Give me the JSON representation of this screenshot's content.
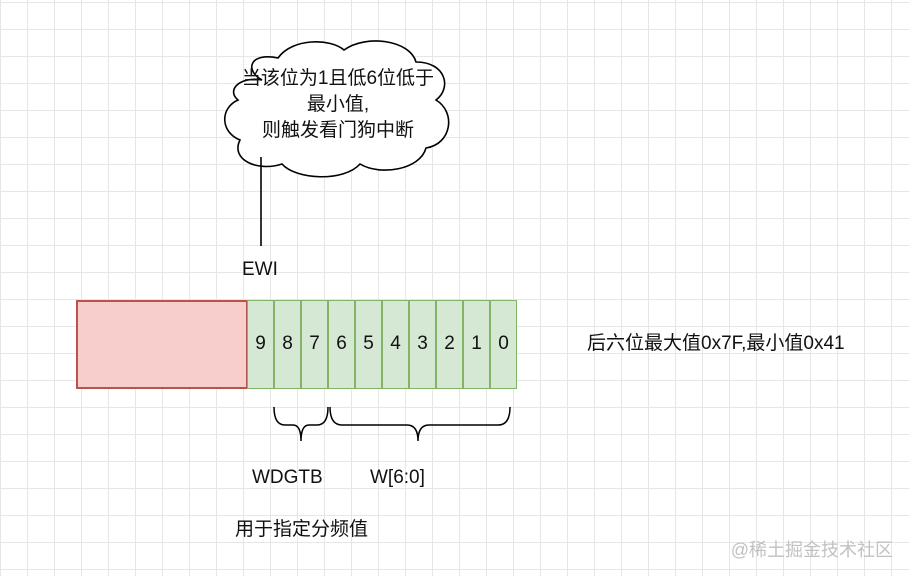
{
  "cloud": {
    "lines": [
      "当该位为1且低6位低于",
      "最小值,",
      "则触发看门狗中断"
    ]
  },
  "register": {
    "ewi_label": "EWI",
    "bits": [
      "9",
      "8",
      "7",
      "6",
      "5",
      "4",
      "3",
      "2",
      "1",
      "0"
    ]
  },
  "groups": {
    "wdgtb_label": "WDGTB",
    "w_label": "W[6:0]",
    "wdgtb_note": "用于指定分频值"
  },
  "note_right": "后六位最大值0x7F,最小值0x41",
  "watermark": "@稀土掘金技术社区",
  "colors": {
    "register_fill": "#f8cecc",
    "register_stroke": "#b85450",
    "bit_fill": "#d5e8d4",
    "bit_stroke": "#82b366"
  }
}
